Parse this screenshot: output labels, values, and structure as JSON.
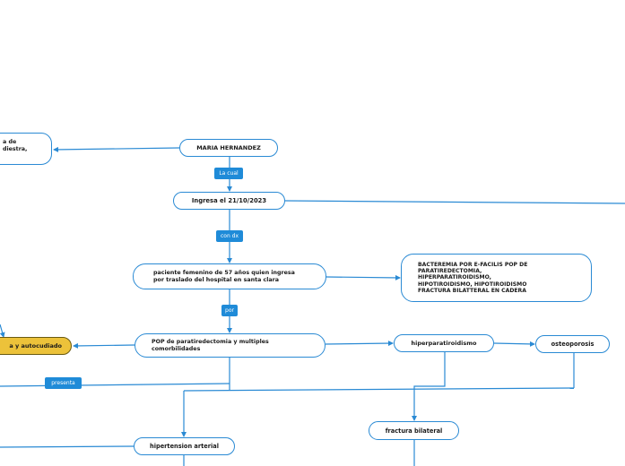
{
  "diagram": {
    "nodes": {
      "marker_line1": "a de",
      "marker_line2": "diestra,",
      "name": "MARIA HERNANDEZ",
      "ingresa": "Ingresa el 21/10/2023",
      "paciente_line1": "paciente femenino de 57 años quien ingresa",
      "paciente_line2": "por traslado del hospital en santa clara",
      "bacteremia_line1": "BACTEREMIA POR E-FACILIS  POP DE",
      "bacteremia_line2": "PARATIREDECTOMIA,",
      "bacteremia_line3": "HIPERPARATIROIDISMO,",
      "bacteremia_line4": "HIPOTIROIDISMO, HIPOTIROIDISMO",
      "bacteremia_line5": "FRACTURA BILATTERAL EN CADERA",
      "pop_line1": "POP de paratiredectomia y multiples",
      "pop_line2": "comorbilidades",
      "hiperparatiroidismo": "hiperparatiroidismo",
      "osteoporosis": "osteoporosis",
      "hipertension": "hipertension arterial",
      "fractura": "fractura bilateral",
      "autocuidado": "a y autocudiado"
    },
    "labels": {
      "la_cual": "La cual",
      "con_dx": "con dx",
      "por": "por",
      "presenta": "presenta"
    },
    "colors": {
      "link": "#2a8ad4",
      "label_bg": "#1f8bd8",
      "highlight_bg": "#ecc23a"
    }
  }
}
